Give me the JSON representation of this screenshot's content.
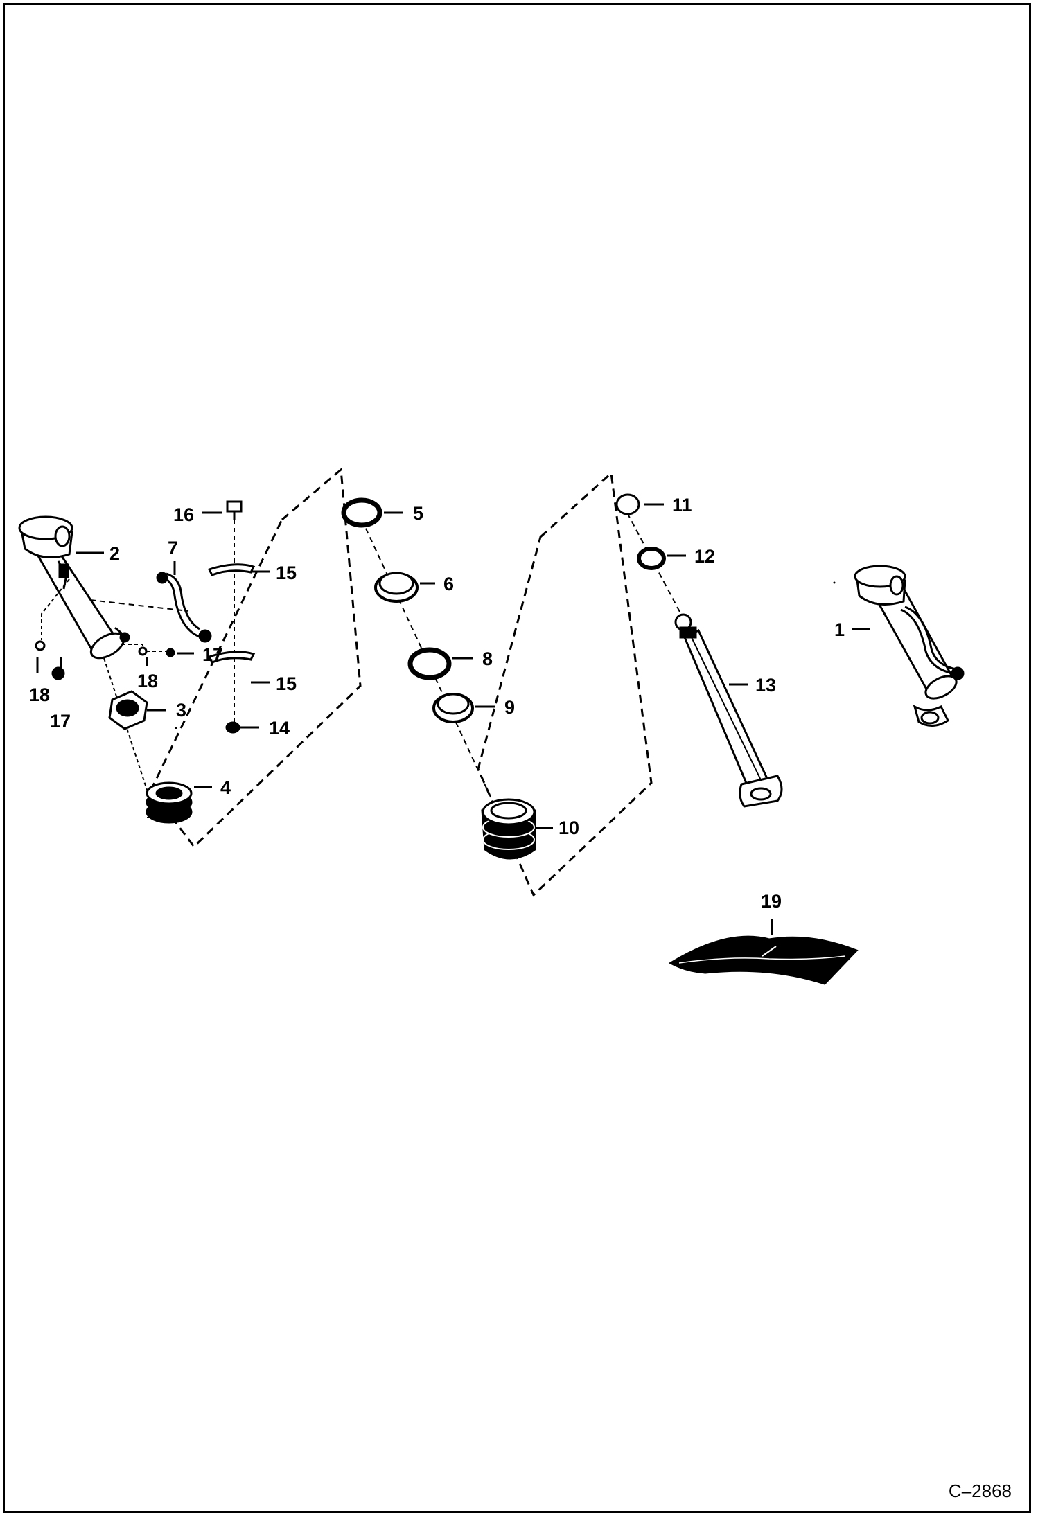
{
  "figure": {
    "code": "C–2868",
    "callouts": {
      "c1": "1",
      "c2": "2",
      "c3": "3",
      "c4": "4",
      "c5": "5",
      "c6": "6",
      "c7": "7",
      "c8": "8",
      "c9": "9",
      "c10": "10",
      "c11": "11",
      "c12": "12",
      "c13": "13",
      "c14": "14",
      "c15a": "15",
      "c15b": "15",
      "c16": "16",
      "c17a": "17",
      "c17b": "17",
      "c18a": "18",
      "c18b": "18",
      "c19": "19"
    }
  }
}
